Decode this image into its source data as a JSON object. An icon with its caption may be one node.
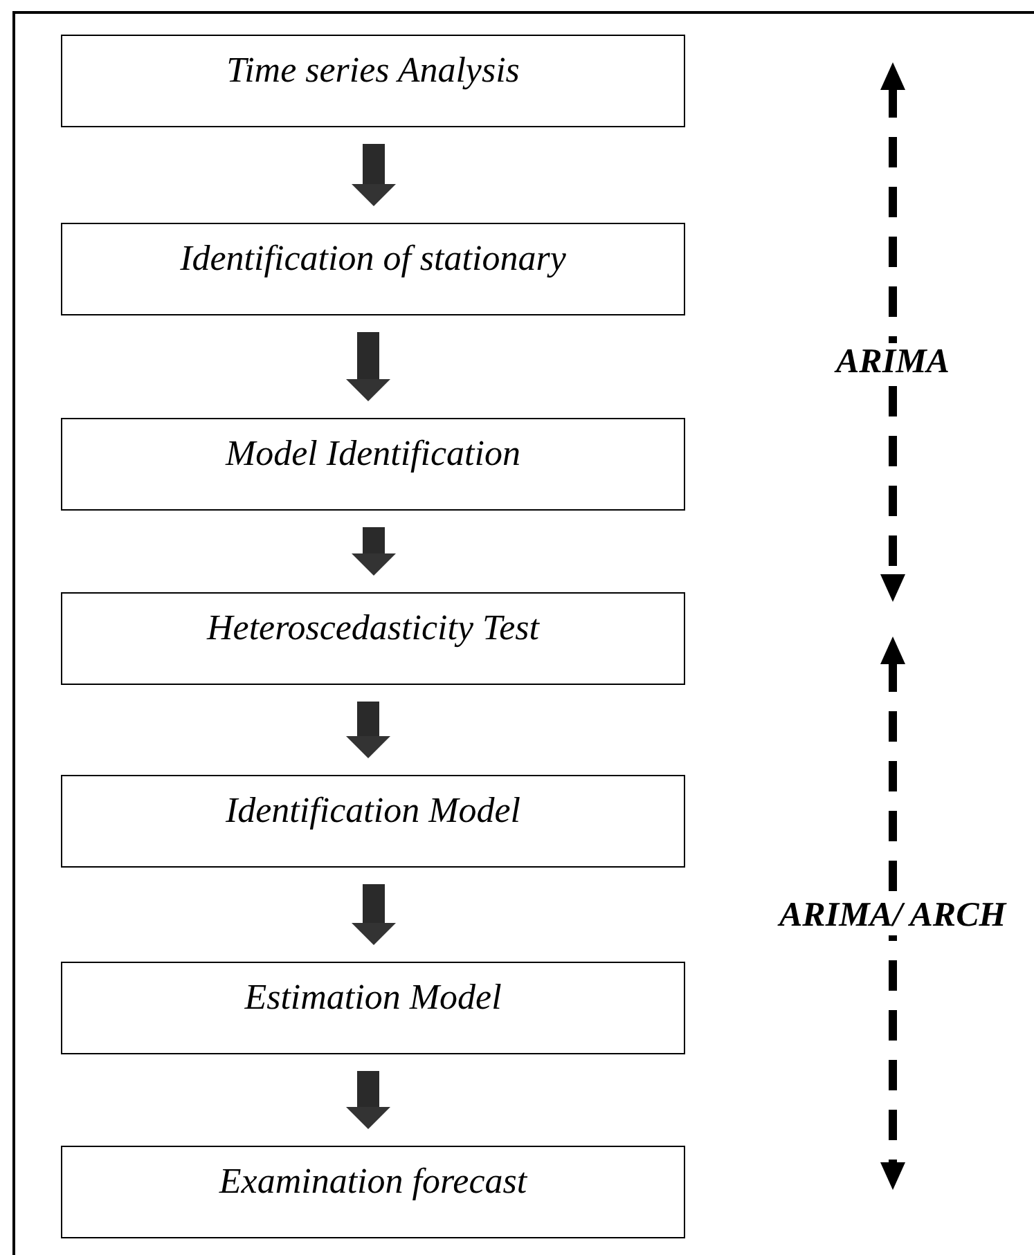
{
  "diagram": {
    "nodes": [
      {
        "text": [
          "Time series Analysis"
        ]
      },
      {
        "text": [
          "Identification of stationary"
        ]
      },
      {
        "text": [
          "Model Identification"
        ]
      },
      {
        "text": [
          "Heteroscedasticity Test"
        ]
      },
      {
        "text": [
          "Identification Model"
        ]
      },
      {
        "text": [
          "Estimation Model"
        ]
      },
      {
        "text": [
          "Examination forecast"
        ]
      }
    ],
    "edges": [
      {
        "from": 0,
        "to": 1,
        "arrow": "to"
      },
      {
        "from": 1,
        "to": 2,
        "arrow": "to"
      },
      {
        "from": 2,
        "to": 3,
        "arrow": "to"
      },
      {
        "from": 3,
        "to": 4,
        "arrow": "to"
      },
      {
        "from": 4,
        "to": 5,
        "arrow": "to"
      },
      {
        "from": 5,
        "to": 6,
        "arrow": "to"
      }
    ],
    "labels": [
      "ARIMA",
      "ARIMA/ ARCH"
    ]
  }
}
